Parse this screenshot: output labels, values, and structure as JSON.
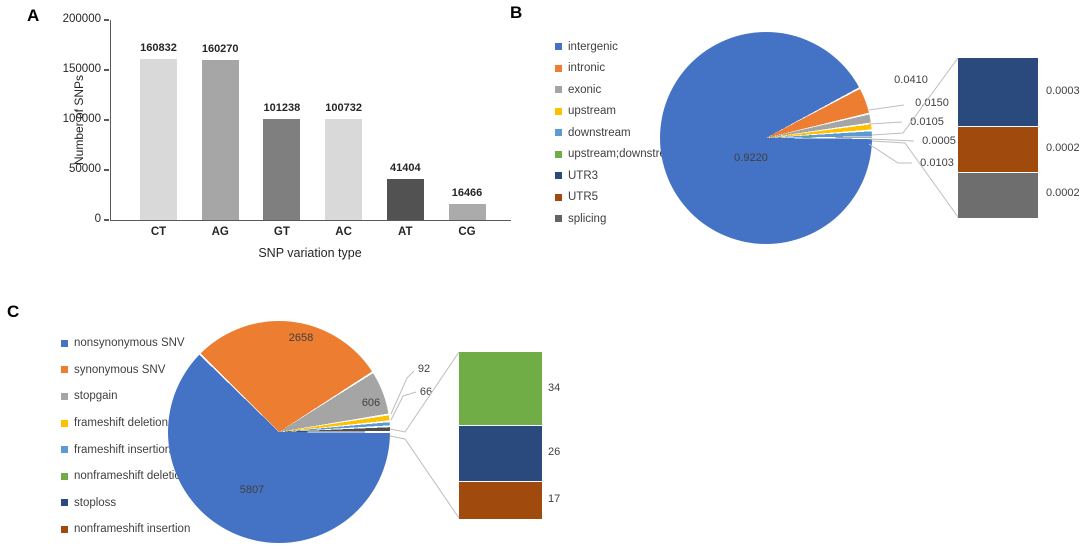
{
  "figure_type": "scientific-figure",
  "panels": {
    "a": "A",
    "b": "B",
    "c": "C"
  },
  "text_color": "#404040",
  "axis_color": "#595959",
  "leader_line_color": "#bdbdbd",
  "chart_data": [
    {
      "id": "A",
      "type": "bar",
      "title": "",
      "xlabel": "SNP variation type",
      "ylabel": "Number of SNPs",
      "ylim": [
        0,
        200000
      ],
      "yticks": [
        0,
        50000,
        100000,
        150000,
        200000
      ],
      "ytick_labels": [
        "0",
        "50000",
        "100000",
        "150000",
        "200000"
      ],
      "grid": false,
      "categories": [
        "CT",
        "AG",
        "GT",
        "AC",
        "AT",
        "CG"
      ],
      "values": [
        160832,
        160270,
        101238,
        100732,
        41404,
        16466
      ],
      "value_labels": [
        "160832",
        "160270",
        "101238",
        "100732",
        "41404",
        "16466"
      ],
      "bar_colors": [
        "#d9d9d9",
        "#a6a6a6",
        "#7f7f7f",
        "#d9d9d9",
        "#525252",
        "#ababab"
      ]
    },
    {
      "id": "B",
      "type": "pie",
      "title": "",
      "legend_position": "left",
      "categories": [
        "intergenic",
        "intronic",
        "exonic",
        "upstream",
        "downstream",
        "upstream;downstream",
        "UTR3",
        "UTR5",
        "splicing"
      ],
      "values": [
        0.922,
        0.041,
        0.015,
        0.0105,
        0.0103,
        0.0005,
        0.0003,
        0.0002,
        0.0002
      ],
      "value_labels": [
        "0.9220",
        "0.0410",
        "0.0150",
        "0.0105",
        "0.0103",
        "0.0005",
        "0.0003",
        "0.0002",
        "0.0002"
      ],
      "colors": [
        "#4472c4",
        "#ed7d31",
        "#a5a5a5",
        "#ffc000",
        "#5b9bd5",
        "#70ad47",
        "#2a4a7d",
        "#a04a0e",
        "#636363"
      ],
      "pie_slice_count": 6,
      "other_slice_color": "#4d4d4d",
      "breakout_bar": {
        "categories": [
          "UTR3",
          "UTR5",
          "splicing"
        ],
        "values": [
          0.0003,
          0.0002,
          0.0002
        ],
        "value_labels": [
          "0.0003",
          "0.0002",
          "0.0002"
        ],
        "colors": [
          "#2a4a7d",
          "#a04a0e",
          "#6e6e6e"
        ]
      }
    },
    {
      "id": "C",
      "type": "pie",
      "title": "",
      "legend_position": "left",
      "categories": [
        "nonsynonymous SNV",
        "synonymous SNV",
        "stopgain",
        "frameshift deletion",
        "frameshift insertion",
        "nonframeshift deletion",
        "stoploss",
        "nonframeshift insertion"
      ],
      "values": [
        5807,
        2658,
        606,
        92,
        66,
        34,
        26,
        17
      ],
      "value_labels": [
        "5807",
        "2658",
        "606",
        "92",
        "66",
        "34",
        "26",
        "17"
      ],
      "colors": [
        "#4472c4",
        "#ed7d31",
        "#a5a5a5",
        "#ffc000",
        "#5b9bd5",
        "#70ad47",
        "#2a4a7d",
        "#a04a0e"
      ],
      "pie_slice_count": 5,
      "other_slice_color": "#4d4d4d",
      "breakout_bar": {
        "categories": [
          "nonframeshift deletion",
          "stoploss",
          "nonframeshift insertion"
        ],
        "values": [
          34,
          26,
          17
        ],
        "value_labels": [
          "34",
          "26",
          "17"
        ],
        "colors": [
          "#70ad47",
          "#2a4a7d",
          "#a04a0e"
        ]
      }
    }
  ]
}
